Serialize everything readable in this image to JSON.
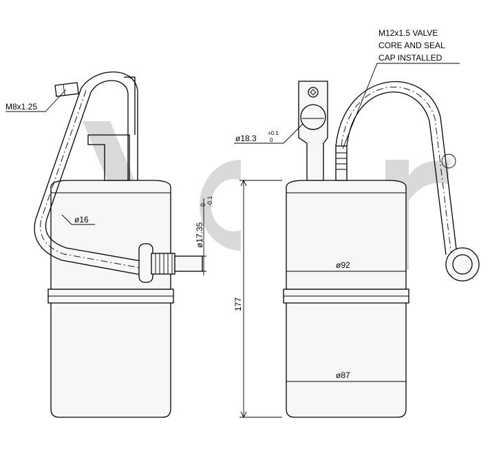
{
  "watermark": {
    "brand": "acr",
    "registered": "®",
    "color": "#d9d9d9"
  },
  "labels": {
    "left_thread": "M8x1.25",
    "left_tube_dia": "ø16",
    "left_fitting_dia": "ø17.35",
    "left_fitting_tol": "-0.1",
    "left_fitting_tol_top": "0",
    "height": "177",
    "right_port_dia": "ø18.3",
    "right_port_tol_top": "+0.1",
    "right_port_tol_bottom": "0",
    "upper_body_dia": "ø92",
    "lower_body_dia": "ø87",
    "valve_note_line1": "M12x1.5 VALVE",
    "valve_note_line2": "CORE AND SEAL",
    "valve_note_line3": "CAP INSTALLED"
  }
}
